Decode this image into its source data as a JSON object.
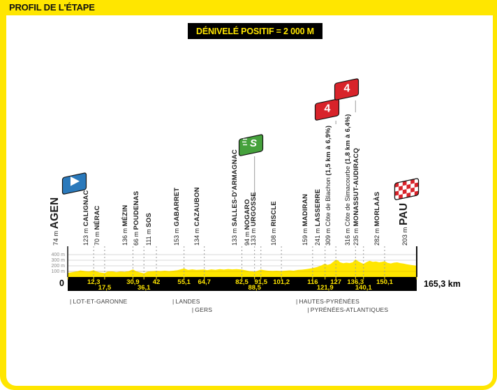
{
  "header": {
    "title": "PROFIL DE L'ÉTAPE"
  },
  "badge": {
    "text": "DÉNIVELÉ POSITIF = 2 000 M"
  },
  "colors": {
    "accent_yellow": "#FFE600",
    "bar_black": "#000000",
    "start_flag_blue": "#2A79BB",
    "sprint_flag_green": "#45A13C",
    "climb_flag_red": "#D8232A",
    "finish_flag_red": "#D8232A",
    "grid_gray": "#D9D9D9",
    "dash_gray": "#9B9B9B",
    "label_dark": "#1D1D1D",
    "dept_gray": "#3E3E3E",
    "ytick_gray": "#8B8B8B"
  },
  "chart_data": {
    "type": "area",
    "x_range_km": [
      0,
      165.3
    ],
    "ylim": [
      0,
      450
    ],
    "x_axis": {
      "origin_label": "0",
      "end_label": "165,3 km"
    },
    "yticks": [
      {
        "label": "400 m",
        "m": 400
      },
      {
        "label": "300 m",
        "m": 300
      },
      {
        "label": "200 m",
        "m": 200
      },
      {
        "label": "100 m",
        "m": 100
      }
    ],
    "waypoints": [
      {
        "km": 0,
        "dist_label": "0",
        "elev": "74 m",
        "name": "AGEN",
        "type": "start",
        "flag": "start",
        "row": 1
      },
      {
        "km": 12.3,
        "dist_label": "12,3",
        "elev": "123 m",
        "name": "CALIGNAC",
        "row": 1
      },
      {
        "km": 17.5,
        "dist_label": "17,5",
        "elev": "70 m",
        "name": "NÉRAC",
        "row": 2
      },
      {
        "km": 30.9,
        "dist_label": "30,9",
        "elev": "136 m",
        "name": "MÉZIN",
        "row": 1
      },
      {
        "km": 36.1,
        "dist_label": "36,1",
        "elev": "66 m",
        "name": "POUDENAS",
        "row": 2
      },
      {
        "km": 42,
        "dist_label": "42",
        "elev": "111 m",
        "name": "SOS",
        "row": 1
      },
      {
        "km": 55.1,
        "dist_label": "55,1",
        "elev": "153 m",
        "name": "GABARRET",
        "row": 1
      },
      {
        "km": 64.7,
        "dist_label": "64,7",
        "elev": "134 m",
        "name": "CAZAUBON",
        "row": 1
      },
      {
        "km": 82.5,
        "dist_label": "82,5",
        "elev": "133 m",
        "name": "SALLES-D'ARMAGNAC",
        "row": 1
      },
      {
        "km": 88.5,
        "dist_label": "88,5",
        "elev": "94 m",
        "name": "NOGARO",
        "row": 2,
        "flag": "sprint"
      },
      {
        "km": 91.5,
        "dist_label": "91,5",
        "elev": "133 m",
        "name": "URGOSSE",
        "row": 1
      },
      {
        "km": 101.2,
        "dist_label": "101,2",
        "elev": "108 m",
        "name": "RISCLE",
        "row": 1
      },
      {
        "km": 116,
        "dist_label": "116",
        "elev": "159 m",
        "name": "MADIRAN",
        "row": 1
      },
      {
        "km": 121.9,
        "dist_label": "121,9",
        "elev": "241 m",
        "name": "LASSERRE",
        "row": 2
      },
      {
        "km": 127,
        "dist_label": "127",
        "elev": "309 m",
        "name": "Côte de Blachon ",
        "bold_suffix": "(1,5 km à 6,9%)",
        "flag": "cat4",
        "row": 1
      },
      {
        "km": 136.3,
        "dist_label": "136,3",
        "elev": "316 m",
        "name": "Côte de Simacourbe ",
        "bold_suffix": "(1,8 km à 6,4%)",
        "flag": "cat4",
        "row": 1
      },
      {
        "km": 140.1,
        "dist_label": "140,1",
        "elev": "235 m",
        "name": "MONASSUT-AUDIRACQ",
        "row": 2
      },
      {
        "km": 150.1,
        "dist_label": "150,1",
        "elev": "282 m",
        "name": "MORLAÀS",
        "row": 1
      },
      {
        "km": 165.3,
        "dist_label": "165,3 km",
        "elev": "203 m",
        "name": "PAU",
        "type": "finish",
        "flag": "finish",
        "row": 1
      }
    ],
    "departments": [
      {
        "label": "LOT-ET-GARONNE",
        "km": 1.0,
        "row": 1
      },
      {
        "label": "LANDES",
        "km": 49.6,
        "row": 1
      },
      {
        "label": "GERS",
        "km": 58.8,
        "row": 2
      },
      {
        "label": "HAUTES-PYRÉNÉES",
        "km": 108.1,
        "row": 1
      },
      {
        "label": "PYRÉNÉES-ATLANTIQUES",
        "km": 113.5,
        "row": 2
      }
    ],
    "flag_symbols": {
      "sprint": "S",
      "cat4": "4"
    },
    "profile": [
      [
        0,
        74
      ],
      [
        2,
        85
      ],
      [
        4,
        96
      ],
      [
        6,
        118
      ],
      [
        8,
        108
      ],
      [
        10,
        96
      ],
      [
        12.3,
        123
      ],
      [
        13.5,
        100
      ],
      [
        15,
        82
      ],
      [
        17.5,
        70
      ],
      [
        19,
        96
      ],
      [
        21,
        100
      ],
      [
        23,
        86
      ],
      [
        25,
        96
      ],
      [
        27,
        90
      ],
      [
        29,
        106
      ],
      [
        30.9,
        136
      ],
      [
        32.5,
        100
      ],
      [
        34,
        84
      ],
      [
        36.1,
        66
      ],
      [
        38,
        96
      ],
      [
        40,
        102
      ],
      [
        42,
        111
      ],
      [
        44,
        106
      ],
      [
        46,
        112
      ],
      [
        48,
        106
      ],
      [
        50,
        113
      ],
      [
        52,
        121
      ],
      [
        55.1,
        153
      ],
      [
        57,
        126
      ],
      [
        59,
        136
      ],
      [
        61,
        126
      ],
      [
        63,
        131
      ],
      [
        64.7,
        134
      ],
      [
        66,
        121
      ],
      [
        68,
        136
      ],
      [
        70,
        129
      ],
      [
        72,
        141
      ],
      [
        74,
        133
      ],
      [
        76,
        143
      ],
      [
        78,
        136
      ],
      [
        80,
        141
      ],
      [
        82.5,
        133
      ],
      [
        84,
        121
      ],
      [
        86,
        106
      ],
      [
        88.5,
        94
      ],
      [
        90,
        112
      ],
      [
        91.5,
        133
      ],
      [
        93,
        121
      ],
      [
        95,
        113
      ],
      [
        97,
        109
      ],
      [
        99,
        113
      ],
      [
        101.2,
        108
      ],
      [
        103,
        113
      ],
      [
        105,
        119
      ],
      [
        107,
        113
      ],
      [
        109,
        126
      ],
      [
        111,
        131
      ],
      [
        113,
        141
      ],
      [
        116,
        159
      ],
      [
        118,
        176
      ],
      [
        120,
        205
      ],
      [
        121.9,
        241
      ],
      [
        123,
        216
      ],
      [
        124.5,
        232
      ],
      [
        127,
        309
      ],
      [
        128,
        298
      ],
      [
        129,
        262
      ],
      [
        130.5,
        246
      ],
      [
        132,
        256
      ],
      [
        133.5,
        249
      ],
      [
        135,
        262
      ],
      [
        136.3,
        316
      ],
      [
        137.5,
        282
      ],
      [
        139,
        252
      ],
      [
        140.1,
        235
      ],
      [
        141.5,
        266
      ],
      [
        143,
        291
      ],
      [
        144.5,
        271
      ],
      [
        146,
        279
      ],
      [
        147.5,
        263
      ],
      [
        149,
        271
      ],
      [
        150.1,
        282
      ],
      [
        151.5,
        252
      ],
      [
        153,
        243
      ],
      [
        154.5,
        256
      ],
      [
        156,
        263
      ],
      [
        157.5,
        249
      ],
      [
        159,
        241
      ],
      [
        160.5,
        229
      ],
      [
        162,
        219
      ],
      [
        163.5,
        211
      ],
      [
        165.3,
        203
      ]
    ]
  }
}
